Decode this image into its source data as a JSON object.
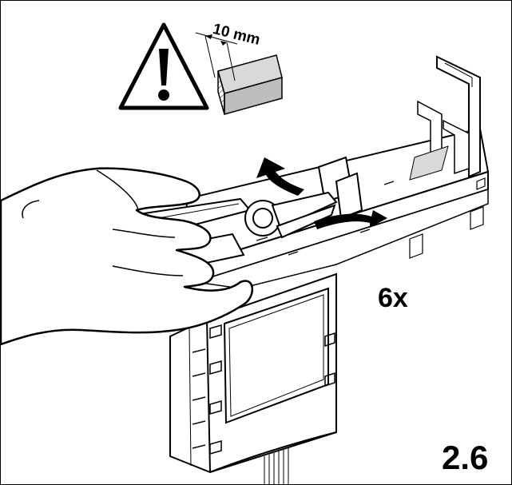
{
  "labels": {
    "measure": "10 mm",
    "repeat_count": "6x",
    "step_number": "2.6"
  },
  "icons": {
    "warning": "warning-triangle-icon",
    "strip_length": "strip-length-icon",
    "lift_arrow": "curved-up-arrow-icon",
    "twist_arrow": "curved-rotate-arrow-icon"
  },
  "colors": {
    "line": "#000000",
    "background": "#ffffff",
    "shade_light": "#d9d9d9",
    "shade_mid": "#bdbdbd"
  }
}
